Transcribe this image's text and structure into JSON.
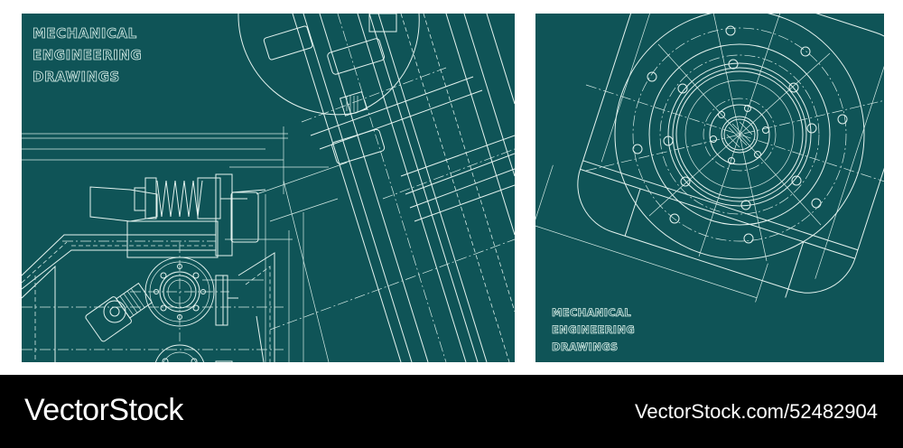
{
  "colors": {
    "panel_background": "#0f5457",
    "drawing_lines": "#e4f3ef",
    "page_background": "#ffffff",
    "footer_background": "#000000",
    "footer_text": "#ffffff"
  },
  "panels": [
    {
      "id": "left",
      "title_lines": [
        "MECHANICAL",
        "ENGINEERING",
        "DRAWINGS"
      ],
      "illustration": "technical blueprint of machine assembly with spring damper, flanges and rails"
    },
    {
      "id": "right",
      "title_lines": [
        "MECHANICAL",
        "ENGINEERING",
        "DRAWINGS"
      ],
      "illustration": "technical blueprint of circular flange with bolt-hole pattern"
    }
  ],
  "footer": {
    "brand": "VectorStock",
    "url_text": "VectorStock.com/52482904"
  }
}
